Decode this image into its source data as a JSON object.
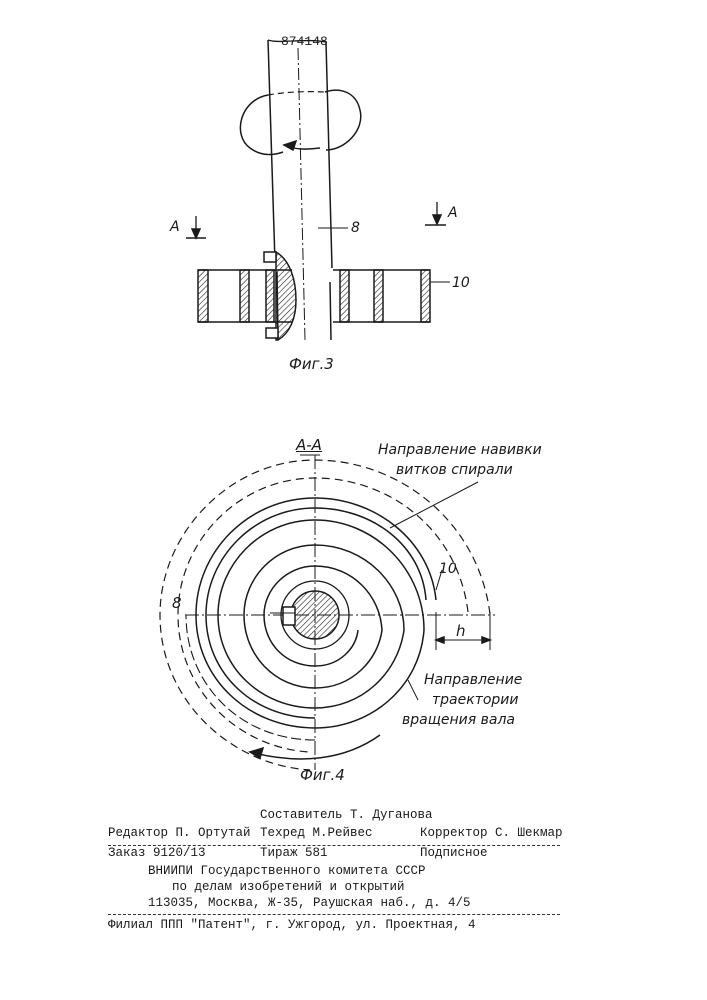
{
  "patent_number": "874148",
  "fig3": {
    "caption": "Фиг.3",
    "section_mark_left": "А",
    "section_mark_right": "А",
    "label_shaft": "8",
    "label_spiral": "10"
  },
  "fig4": {
    "caption": "Фиг.4",
    "section_title": "А-А",
    "winding_direction": [
      "Направление навивки",
      "витков спирали"
    ],
    "rotation_direction": [
      "Направление",
      "траектории",
      "вращения вала"
    ],
    "label_shaft": "8",
    "label_spiral": "10",
    "label_pitch": "h"
  },
  "colophon": {
    "compiler": "Составитель Т. Дуганова",
    "editor": "Редактор П. Ортутай",
    "tech_editor": "Техред М.Рейвес",
    "corrector": "Корректор С. Шекмар",
    "order": "Заказ 9120/13",
    "circulation": "Тираж 581",
    "subscription": "Подписное",
    "org_line1": "ВНИИПИ Государственного комитета СССР",
    "org_line2": "по делам изобретений и открытий",
    "org_line3": "113035, Москва, Ж-35, Раушская наб., д. 4/5",
    "branch": "Филиал ППП \"Патент\", г. Ужгород, ул. Проектная, 4"
  }
}
